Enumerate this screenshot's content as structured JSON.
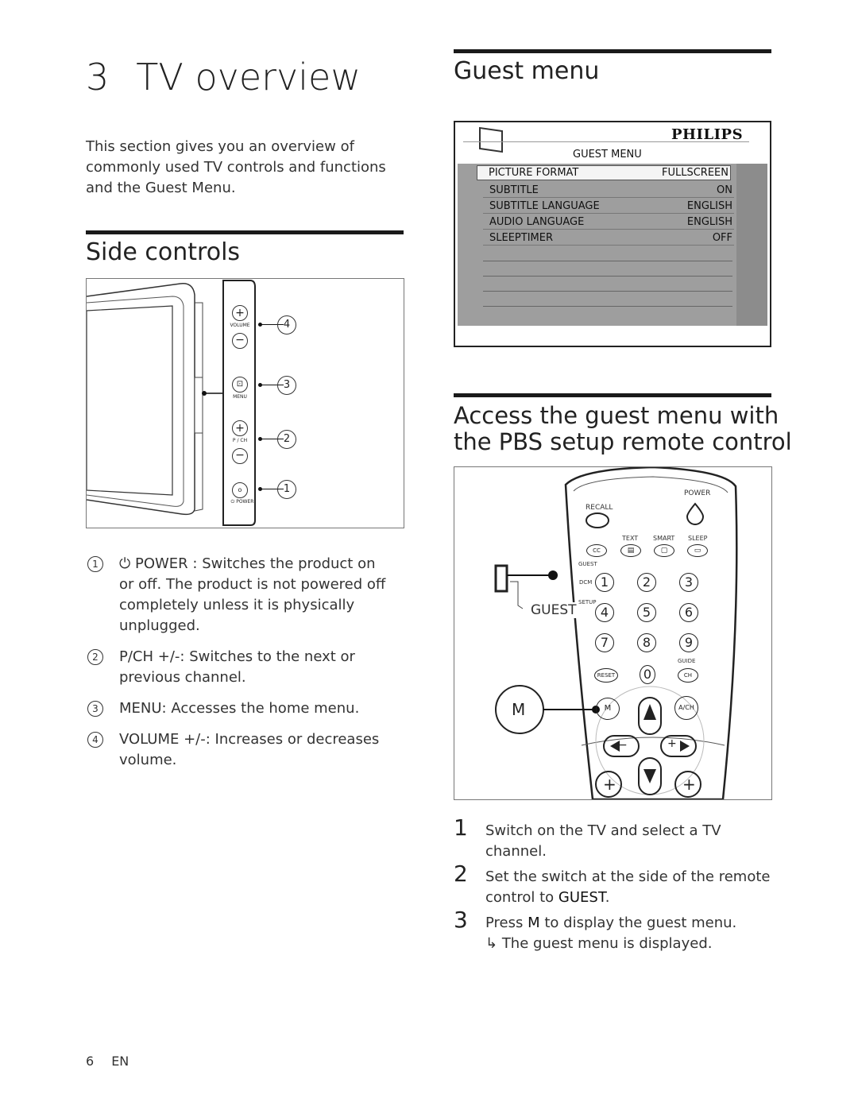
{
  "chapter": {
    "number": "3",
    "title": "TV overview"
  },
  "intro": "This section gives you an overview of commonly used TV controls and functions and the Guest Menu.",
  "side_controls": {
    "heading": "Side controls",
    "diagram": {
      "volume_label": "VOLUME",
      "menu_label": "MENU",
      "pch_label": "P / CH",
      "power_label": "POWER",
      "callouts": [
        "4",
        "3",
        "2",
        "1"
      ]
    },
    "items": [
      {
        "num": "1",
        "name": "POWER",
        "sep": " : ",
        "desc": "Switches the product on or off. The product is not powered off completely unless it is physically unplugged."
      },
      {
        "num": "2",
        "name": "P/CH +/-",
        "sep": ": ",
        "desc": "Switches to the next or previous channel."
      },
      {
        "num": "3",
        "name": "MENU",
        "sep": ": ",
        "desc": "Accesses the home menu."
      },
      {
        "num": "4",
        "name": "VOLUME +/-",
        "sep": ": ",
        "desc": "Increases or decreases volume."
      }
    ]
  },
  "guest_menu": {
    "heading": "Guest menu",
    "brand": "PHILIPS",
    "menu_title": "GUEST MENU",
    "rows": [
      {
        "label": "PICTURE FORMAT",
        "value": "FULLSCREEN",
        "highlight": true
      },
      {
        "label": "SUBTITLE",
        "value": "ON"
      },
      {
        "label": "SUBTITLE LANGUAGE",
        "value": "ENGLISH"
      },
      {
        "label": "AUDIO LANGUAGE",
        "value": "ENGLISH"
      },
      {
        "label": "SLEEPTIMER",
        "value": "OFF"
      }
    ]
  },
  "access": {
    "heading_line1": "Access the guest menu with",
    "heading_line2": "the PBS setup remote control",
    "remote": {
      "power": "POWER",
      "recall": "RECALL",
      "text": "TEXT",
      "smart": "SMART",
      "sleep": "SLEEP",
      "cc": "CC",
      "guest_small": "GUEST",
      "dcm": "DCM",
      "setup": "SETUP",
      "guest_big": "GUEST",
      "guide": "GUIDE",
      "reset": "RESET",
      "ch": "CH",
      "m_big": "M",
      "m_small": "M",
      "ach": "A/CH",
      "digits": [
        "1",
        "2",
        "3",
        "4",
        "5",
        "6",
        "7",
        "8",
        "9",
        "0"
      ]
    },
    "steps": [
      {
        "num": "1",
        "text": "Switch on the TV and select a TV channel."
      },
      {
        "num": "2",
        "text_before": "Set the switch at the side of the remote control to ",
        "strong": "GUEST",
        "text_after": "."
      },
      {
        "num": "3",
        "text_before": "Press ",
        "strong": "M",
        "text_after": " to display the guest menu.",
        "result": "The guest menu is displayed."
      }
    ]
  },
  "footer": {
    "page": "6",
    "lang": "EN"
  }
}
